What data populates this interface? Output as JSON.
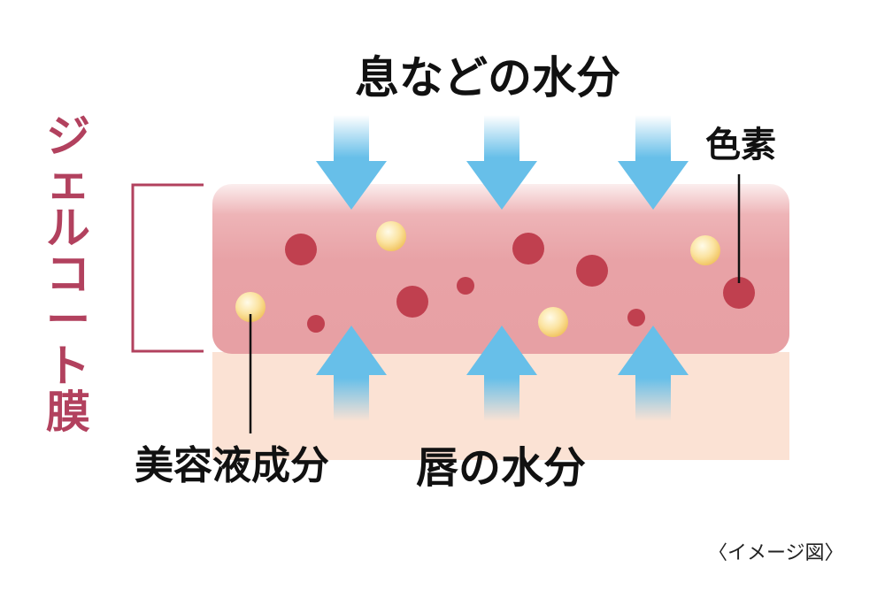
{
  "labels": {
    "top_moisture": "息などの水分",
    "pigment": "色素",
    "gel_coat_film": "ジェルコート膜",
    "beauty_ingredients": "美容液成分",
    "lip_moisture": "唇の水分",
    "image_note": "〈イメージ図〉"
  },
  "colors": {
    "film_body": "#e8a2a6",
    "film_highlight": "#ffffff",
    "lip_base": "#fbe2d4",
    "pigment_dot": "#c0404f",
    "ingredient_dot": "#f8d97a",
    "arrow": "#67bfe9",
    "bracket": "#b2415e",
    "label_accent": "#b2415e"
  },
  "icons": {
    "arrow_down": "moisture-arrow-down",
    "arrow_up": "moisture-arrow-up",
    "pigment": "pigment-dot",
    "ingredient": "ingredient-droplet"
  }
}
